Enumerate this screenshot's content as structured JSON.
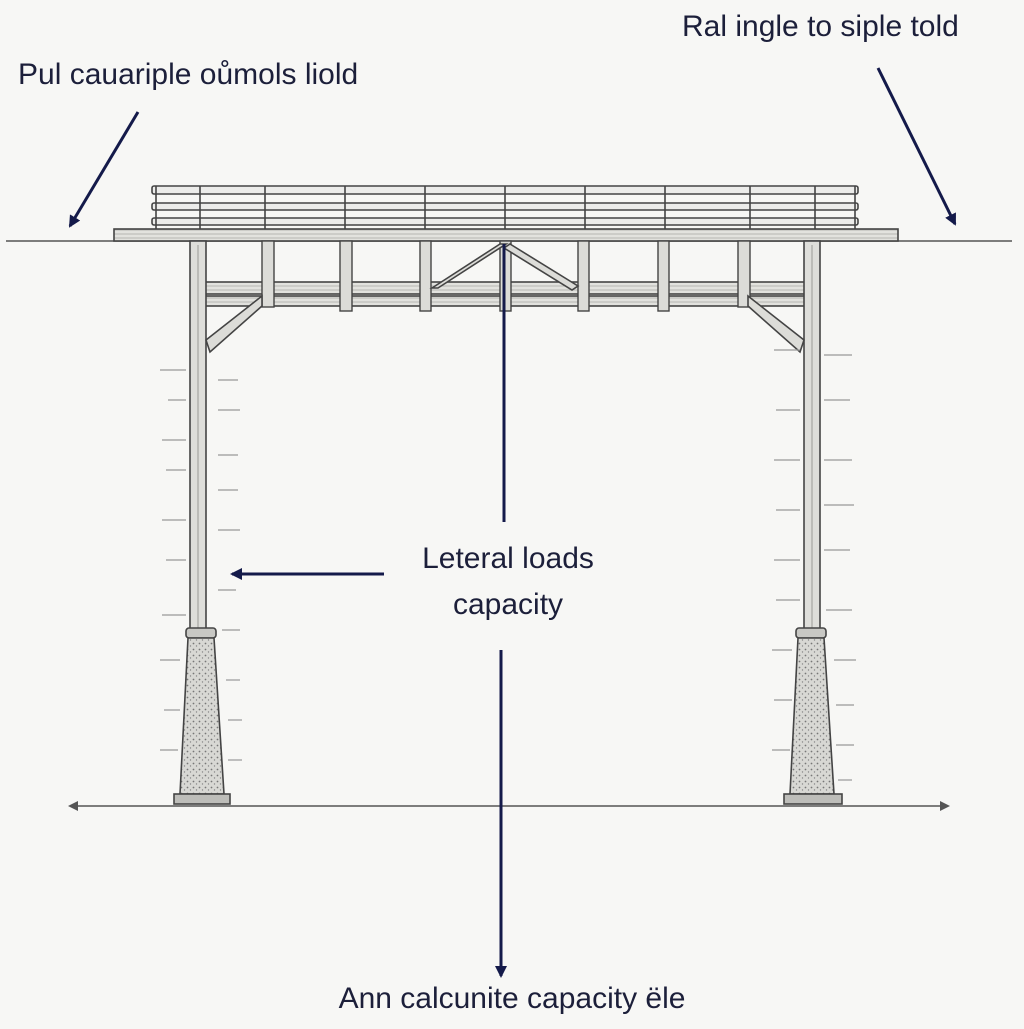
{
  "annotations": {
    "top_left": "Pul cauariple oůmols liold",
    "top_right": "Ral ingle to siple told",
    "center_line1": "Leteral loads",
    "center_line2": "capacity",
    "bottom": "Ann calcunite capacity ële"
  },
  "colors": {
    "ink": "#1c1f3a",
    "arrow": "#141a4a",
    "wood": "#4a4a4a",
    "paper": "#f7f7f5"
  }
}
